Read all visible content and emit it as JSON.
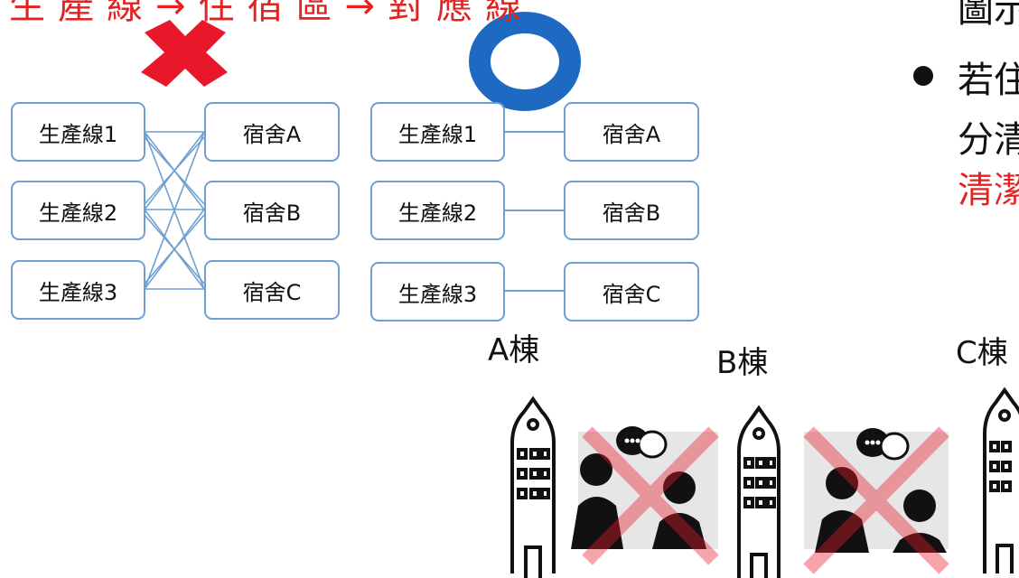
{
  "heading_fragment_red": "生產線→住宿區→對應線",
  "left_diagram": {
    "lines": [
      "生產線1",
      "生產線2",
      "生產線3"
    ],
    "dorms": [
      "宿舍A",
      "宿舍B",
      "宿舍C"
    ],
    "mark": "cross-icon"
  },
  "right_diagram": {
    "lines": [
      "生產線1",
      "生產線2",
      "生產線3"
    ],
    "dorms": [
      "宿舍A",
      "宿舍B",
      "宿舍C"
    ],
    "mark": "circle-icon"
  },
  "right_text": {
    "line1": "圖示",
    "line2": "若住",
    "line3": "分清",
    "line4_red": "清潔"
  },
  "buildings": [
    "A棟",
    "B棟",
    "C棟"
  ],
  "colors": {
    "box_border": "#6f9fd1",
    "red": "#e32222",
    "circle_blue": "#1e6ac2",
    "cross_red": "#e8182a"
  }
}
